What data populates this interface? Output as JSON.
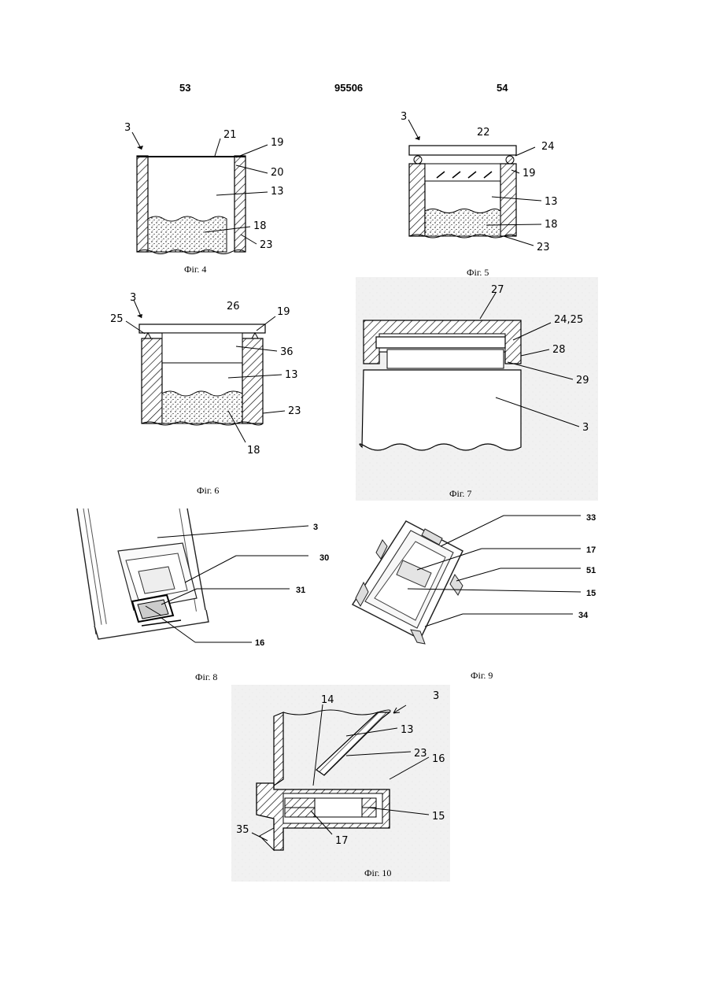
{
  "header": {
    "left_page": "53",
    "center_number": "95506",
    "right_page": "54"
  },
  "figures": {
    "fig4": {
      "caption": "Фіг. 4",
      "labels": {
        "l3": "3",
        "l21": "21",
        "l19": "19",
        "l20": "20",
        "l13": "13",
        "l18": "18",
        "l23": "23"
      }
    },
    "fig5": {
      "caption": "Фіг. 5",
      "labels": {
        "l3": "3",
        "l22": "22",
        "l24": "24",
        "l19": "19",
        "l13": "13",
        "l18": "18",
        "l23": "23"
      }
    },
    "fig6": {
      "caption": "Фіг. 6",
      "labels": {
        "l3": "3",
        "l25": "25",
        "l26": "26",
        "l19": "19",
        "l36": "36",
        "l13": "13",
        "l23": "23",
        "l18": "18"
      }
    },
    "fig7": {
      "caption": "Фіг. 7",
      "labels": {
        "l27": "27",
        "l2425": "24,25",
        "l28": "28",
        "l29": "29",
        "l3": "3"
      }
    },
    "fig8": {
      "caption": "Фіг. 8",
      "labels": {
        "l3": "3",
        "l30": "30",
        "l31": "31",
        "l16": "16"
      }
    },
    "fig9": {
      "caption": "Фіг. 9",
      "labels": {
        "l33": "33",
        "l17": "17",
        "l51": "51",
        "l15": "15",
        "l34": "34"
      }
    },
    "fig10": {
      "caption": "Фіг. 10",
      "labels": {
        "l3": "3",
        "l14": "14",
        "l13": "13",
        "l23": "23",
        "l16": "16",
        "l15": "15",
        "l35": "35",
        "l17": "17"
      }
    }
  }
}
